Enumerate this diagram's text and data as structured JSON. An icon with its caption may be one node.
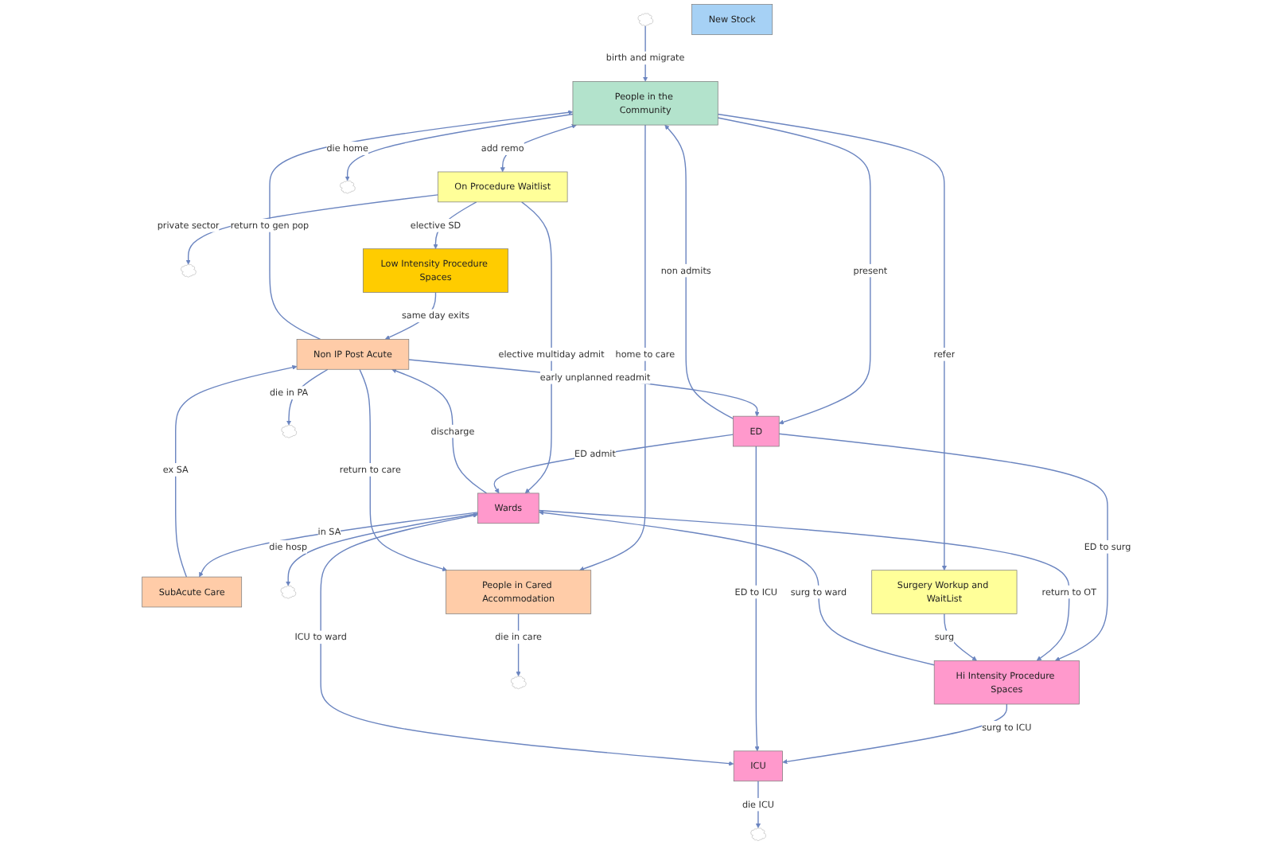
{
  "diagram": {
    "nodes": [
      {
        "text": [],
        "shape": "cloud"
      },
      {
        "text": [
          "On Procedure Waitlist"
        ]
      },
      {
        "text": [
          "New Stock"
        ]
      },
      {
        "text": [
          "People in the Community"
        ]
      },
      {
        "text": [],
        "shape": "cloud"
      },
      {
        "text": [
          "Low Intensity Procedure Spaces"
        ]
      },
      {
        "text": [
          "ED"
        ]
      },
      {
        "text": [],
        "shape": "cloud"
      },
      {
        "text": [
          "SubAcute Care"
        ]
      },
      {
        "text": [
          "Wards"
        ]
      },
      {
        "text": [],
        "shape": "cloud"
      },
      {
        "text": [
          "Surgery Workup and WaitList"
        ]
      },
      {
        "text": [
          "Hi Intensity Procedure Spaces"
        ]
      },
      {
        "text": [
          "Non IP Post Acute"
        ]
      },
      {
        "text": [
          "People in Cared Accommodation"
        ]
      },
      {
        "text": [
          "ICU"
        ]
      },
      {
        "text": [],
        "shape": "cloud"
      },
      {
        "text": [],
        "shape": "cloud"
      },
      {
        "text": [],
        "shape": "cloud"
      }
    ],
    "edges": [
      {
        "from": 0,
        "to": 3,
        "arrow": "to",
        "label": "birth and migrate"
      },
      {
        "from": 3,
        "to": 1,
        "arrow": "both",
        "label": "add remo"
      },
      {
        "from": 1,
        "to": 4,
        "arrow": "to",
        "label": "private sector"
      },
      {
        "from": 1,
        "to": 5,
        "arrow": "to",
        "label": "elective SD"
      },
      {
        "from": 1,
        "to": 9,
        "arrow": "to",
        "label": "elective multiday admit"
      },
      {
        "from": 13,
        "to": 3,
        "arrow": "to",
        "label": "return to gen pop"
      },
      {
        "from": 5,
        "to": 13,
        "arrow": "to",
        "label": "same day exits"
      },
      {
        "from": 3,
        "to": 6,
        "arrow": "to",
        "label": "present"
      },
      {
        "from": 3,
        "to": 7,
        "arrow": "to",
        "label": "die home"
      },
      {
        "from": 6,
        "to": 3,
        "arrow": "to",
        "label": "non admits"
      },
      {
        "from": 6,
        "to": 9,
        "arrow": "to",
        "label": "ED admit"
      },
      {
        "from": 9,
        "to": 8,
        "arrow": "to",
        "label": "in SA"
      },
      {
        "from": 3,
        "to": 14,
        "arrow": "to",
        "label": "home to care"
      },
      {
        "from": 3,
        "to": 11,
        "arrow": "to",
        "label": "refer"
      },
      {
        "from": 6,
        "to": 12,
        "arrow": "to",
        "label": "ED to surg"
      },
      {
        "from": 12,
        "to": 9,
        "arrow": "to",
        "label": "surg to ward"
      },
      {
        "from": 9,
        "to": 12,
        "arrow": "to",
        "label": "return to OT"
      },
      {
        "from": 9,
        "to": 10,
        "arrow": "to",
        "label": "die hosp"
      },
      {
        "from": 9,
        "to": 13,
        "arrow": "to",
        "label": "discharge"
      },
      {
        "from": 8,
        "to": 13,
        "arrow": "to",
        "label": "ex SA"
      },
      {
        "from": 11,
        "to": 12,
        "arrow": "to",
        "label": "surg"
      },
      {
        "from": 15,
        "to": 9,
        "arrow": "both",
        "label": "ICU to ward"
      },
      {
        "from": 12,
        "to": 15,
        "arrow": "to",
        "label": "surg to ICU"
      },
      {
        "from": 13,
        "to": 18,
        "arrow": "to",
        "label": "die in PA"
      },
      {
        "from": 6,
        "to": 15,
        "arrow": "to",
        "label": "ED to ICU"
      },
      {
        "from": 15,
        "to": 16,
        "arrow": "to",
        "label": "die ICU"
      },
      {
        "from": 14,
        "to": 17,
        "arrow": "to",
        "label": "die in care"
      },
      {
        "from": 13,
        "to": 6,
        "arrow": "to",
        "label": "early unplanned readmit"
      },
      {
        "from": 13,
        "to": 14,
        "arrow": "to",
        "label": "return to care"
      }
    ]
  }
}
